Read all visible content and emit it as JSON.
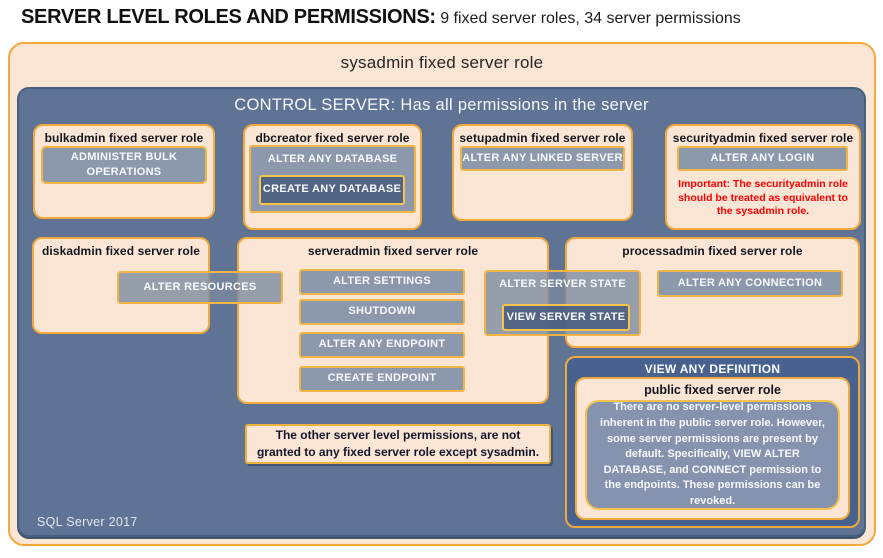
{
  "page_title": {
    "bold": "SERVER LEVEL ROLES AND PERMISSIONS:",
    "rest": " 9 fixed server roles, 34 server permissions"
  },
  "sysadmin": {
    "label": "sysadmin fixed server role"
  },
  "control": {
    "label": "CONTROL SERVER: Has all permissions in the server"
  },
  "roles": {
    "bulkadmin": {
      "title": "bulkadmin fixed server role",
      "permissions": [
        "ADMINISTER BULK OPERATIONS"
      ]
    },
    "dbcreator": {
      "title": "dbcreator fixed server role",
      "outer_permission": "ALTER ANY DATABASE",
      "nested_permission": "CREATE ANY DATABASE"
    },
    "setupadmin": {
      "title": "setupadmin fixed server role",
      "permissions": [
        "ALTER ANY LINKED SERVER"
      ]
    },
    "securityadmin": {
      "title": "securityadmin fixed server role",
      "permissions": [
        "ALTER ANY LOGIN"
      ],
      "warning": "Important: The securityadmin role should be treated as equivalent to the sysadmin role."
    },
    "diskadmin": {
      "title": "diskadmin fixed server role",
      "permissions": [
        "ALTER RESOURCES"
      ]
    },
    "serveradmin": {
      "title": "serveradmin fixed server role",
      "permissions": [
        "ALTER SETTINGS",
        "SHUTDOWN",
        "ALTER ANY ENDPOINT",
        "CREATE ENDPOINT"
      ],
      "outer_permission": "ALTER SERVER STATE",
      "nested_permission": "VIEW SERVER STATE"
    },
    "processadmin": {
      "title": "processadmin fixed server role",
      "permissions": [
        "ALTER ANY CONNECTION"
      ]
    },
    "public": {
      "title": "public fixed server role",
      "description": "There are no server-level permissions inherent in the public server role. However, some server permissions are present by default. Specifically, VIEW ALTER DATABASE, and CONNECT permission to the endpoints. These permissions can be revoked."
    }
  },
  "view_any_definition": {
    "label": "VIEW ANY DEFINITION"
  },
  "note": {
    "text": "The other server level permissions, are not granted to any fixed server role except sysadmin."
  },
  "footer": {
    "label": "SQL Server 2017"
  },
  "colors": {
    "peach_fill": "#FBE6D5",
    "orange_border": "#F3A93C",
    "slate_blue": "#5F7495",
    "permission_fill": "#8C99AC",
    "permission_border": "#F2B544",
    "nested_dark_fill": "#4D5F80",
    "definition_navy": "#47628E",
    "warning_red": "#FF0000"
  }
}
